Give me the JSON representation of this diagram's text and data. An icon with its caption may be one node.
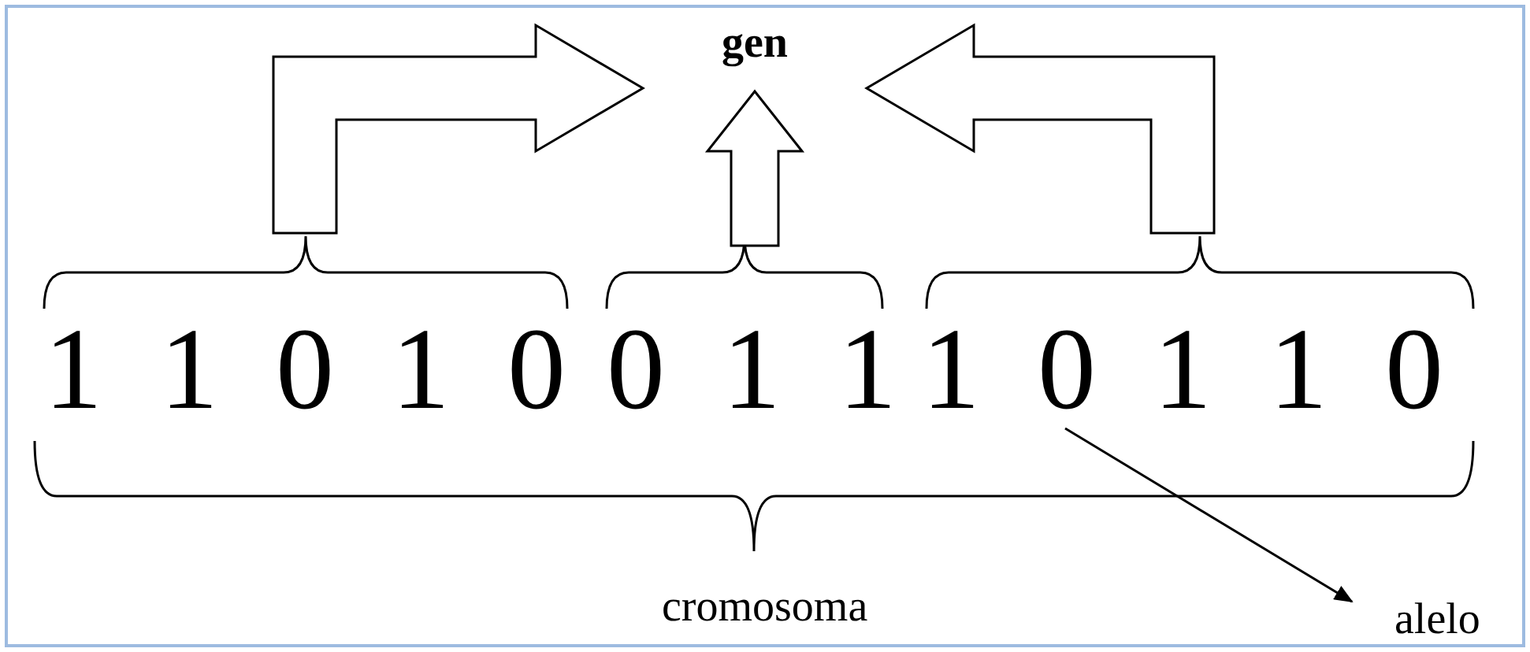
{
  "diagram": {
    "nodes": [
      {
        "text": [
          "gen"
        ]
      },
      {
        "text": [
          "1 1 0 1 0"
        ]
      },
      {
        "text": [
          "0 1 1"
        ]
      },
      {
        "text": [
          "1 0 1 1 0"
        ]
      },
      {
        "text": [
          "alelo"
        ]
      }
    ],
    "edges": [
      {
        "from": 1,
        "to": 0,
        "arrow": "to"
      },
      {
        "from": 2,
        "to": 0,
        "arrow": "to"
      },
      {
        "from": 3,
        "to": 0,
        "arrow": "to"
      },
      {
        "from": 3,
        "to": 4,
        "arrow": "to"
      }
    ],
    "labels": [
      "cromosoma"
    ]
  }
}
